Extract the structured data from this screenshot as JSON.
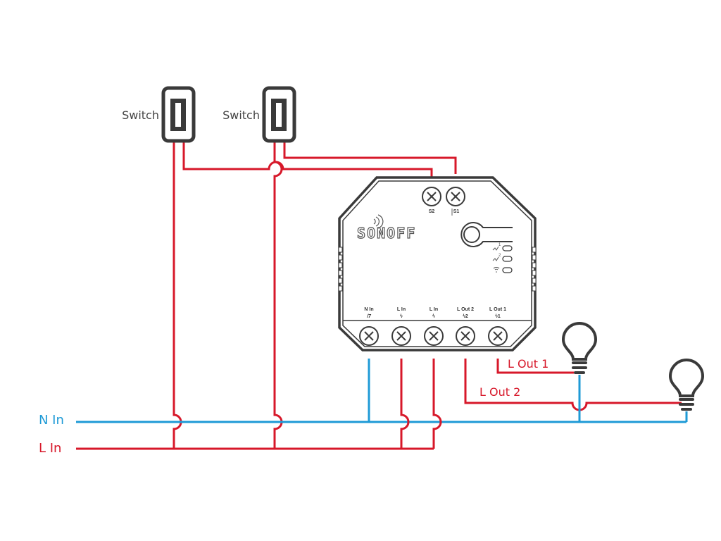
{
  "diagram": {
    "title": "SONOFF dual relay wiring diagram",
    "colors": {
      "live": "#d7182a",
      "neutral": "#1e9ad6",
      "device": "#3a3a3a",
      "background": "#ffffff"
    },
    "switches": [
      {
        "label": "Switch"
      },
      {
        "label": "Switch"
      }
    ],
    "device": {
      "brand": "SONOFF",
      "top_terminals": [
        {
          "label": "S2"
        },
        {
          "label": "S1"
        }
      ],
      "bottom_terminals": [
        {
          "label": "N In",
          "symbol": "/7"
        },
        {
          "label": "L In",
          "symbol": "ϟ"
        },
        {
          "label": "L In",
          "symbol": "ϟ"
        },
        {
          "label": "L Out 2",
          "symbol": "ϟ2"
        },
        {
          "label": "L Out 1",
          "symbol": "ϟ1"
        }
      ],
      "indicators": [
        {
          "icon": "relay-1-icon",
          "sup": "1"
        },
        {
          "icon": "relay-2-icon",
          "sup": "2"
        },
        {
          "icon": "wifi-icon",
          "sup": ""
        }
      ]
    },
    "bus_labels": {
      "neutral": "N In",
      "live": "L In"
    },
    "output_labels": {
      "out1": "L Out 1",
      "out2": "L Out 2"
    },
    "lamps": [
      {
        "name": "lamp-1",
        "connected_to": "L Out 1"
      },
      {
        "name": "lamp-2",
        "connected_to": "L Out 2"
      }
    ]
  }
}
